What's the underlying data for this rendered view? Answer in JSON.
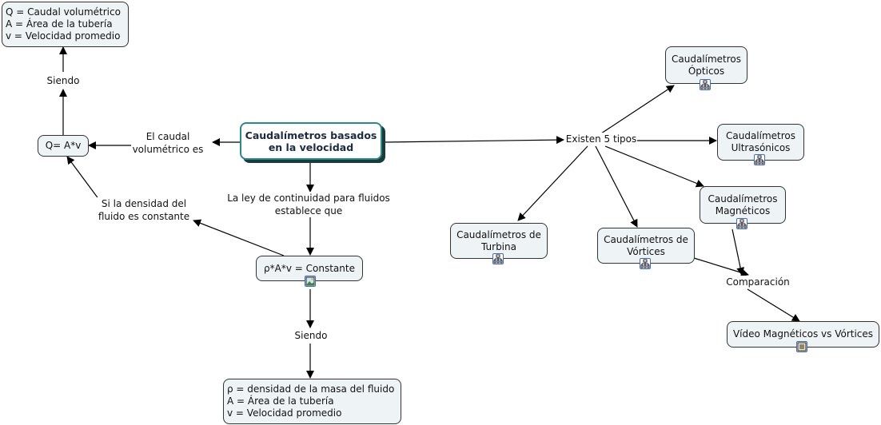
{
  "concepts": {
    "main": "Caudalímetros basados en la velocidad",
    "formula_q": "Q= A*v",
    "definitions_q": [
      "Q = Caudal volumétrico",
      "A = Área de la tubería",
      "v = Velocidad promedio"
    ],
    "continuity": "ρ*A*v = Constante",
    "definitions_rho": [
      "ρ = densidad de la masa del fluido",
      "A = Área de la tubería",
      "v = Velocidad promedio"
    ],
    "opticos": "Caudalímetros Ópticos",
    "ultrasonicos": "Caudalímetros Ultrasónicos",
    "magneticos": "Caudalímetros Magnéticos",
    "turbina": "Caudalímetros de Turbina",
    "vortices": "Caudalímetros de Vórtices",
    "video": "Vídeo Magnéticos vs Vórtices"
  },
  "links": {
    "siendo_top": "Siendo",
    "caudal_es": "El caudal volumétrico es",
    "ley": "La ley de continuidad para fluidos establece que",
    "densidad": "Si la densidad del fluido es constante",
    "siendo_bottom": "Siendo",
    "existen": "Existen 5 tipos",
    "comparacion": "Comparación"
  },
  "icons": {
    "submap": "concept-map-icon",
    "image": "image-icon",
    "document": "document-icon"
  },
  "colors": {
    "main_border": "#2a8a8a",
    "node_fill": "#eef3f5",
    "icon_border": "#3a6fc4"
  }
}
